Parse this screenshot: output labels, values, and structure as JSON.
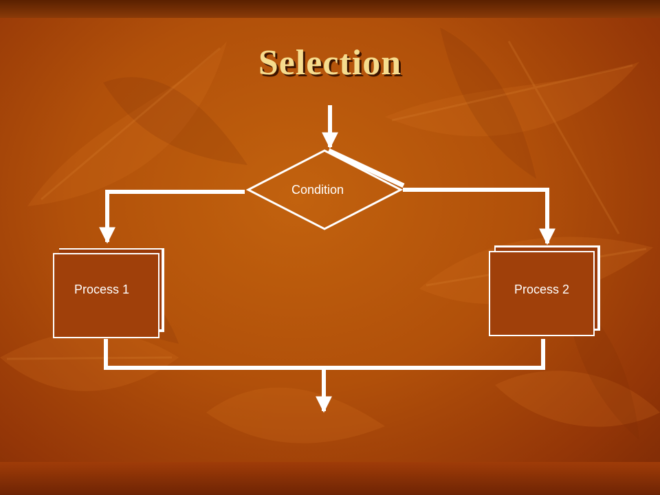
{
  "slide": {
    "title": "Selection",
    "background_color": "#b1500a",
    "title_color": "#f6dc8e",
    "line_color": "#ffffff"
  },
  "diagram": {
    "type": "flowchart",
    "nodes": [
      {
        "id": "decision",
        "shape": "diamond",
        "label": "Condition"
      },
      {
        "id": "process1",
        "shape": "rectangle",
        "label": "Process 1"
      },
      {
        "id": "process2",
        "shape": "rectangle",
        "label": "Process 2"
      }
    ],
    "edges": [
      {
        "from": "entry",
        "to": "decision"
      },
      {
        "from": "decision",
        "to": "process1"
      },
      {
        "from": "decision",
        "to": "process2"
      },
      {
        "from": "process1",
        "to": "exit"
      },
      {
        "from": "process2",
        "to": "exit"
      }
    ]
  }
}
